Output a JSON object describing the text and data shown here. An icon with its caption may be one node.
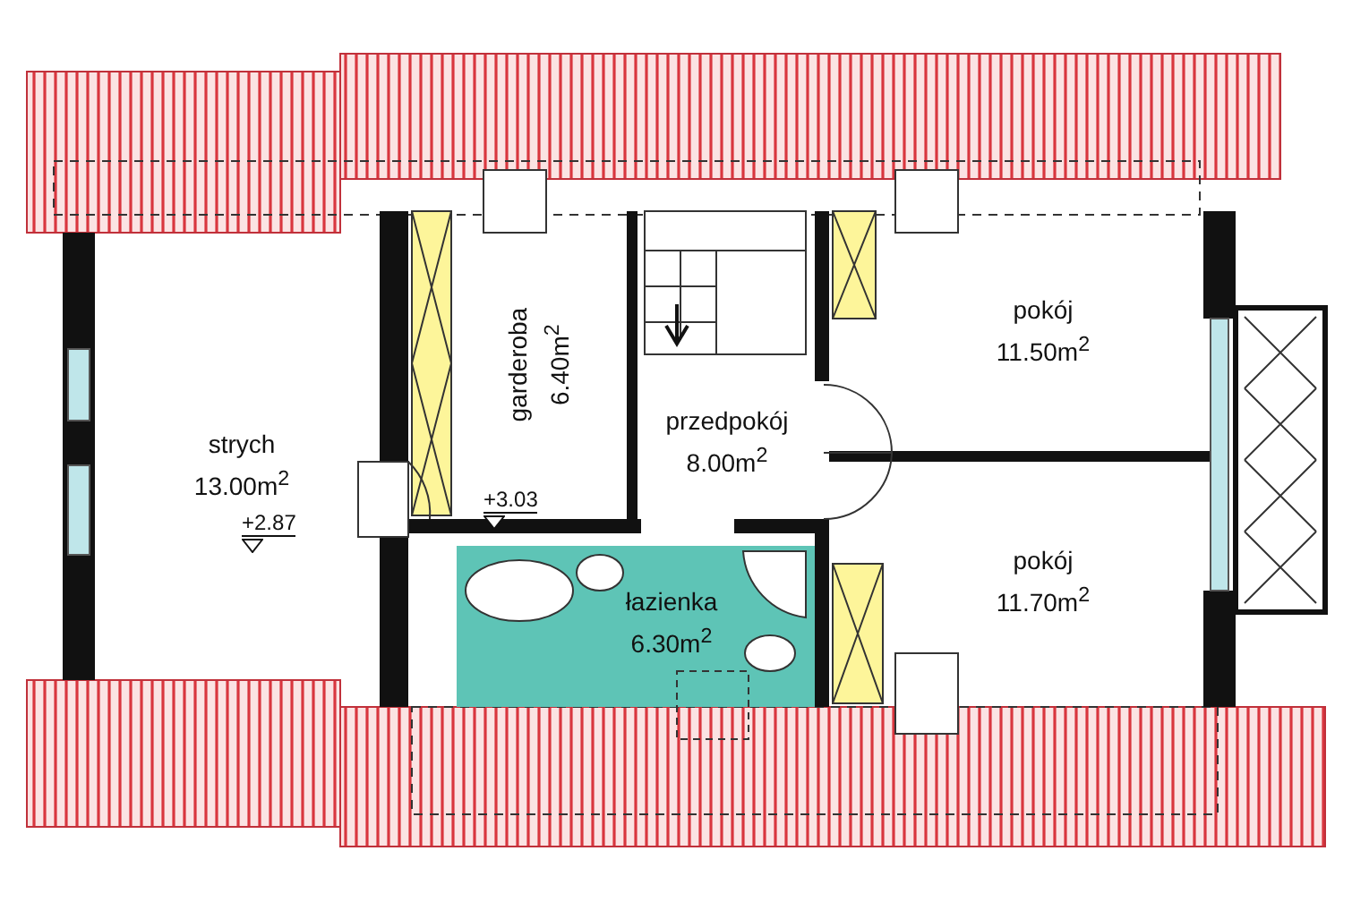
{
  "diagram": {
    "nodes": [
      {
        "text": [
          "strych",
          "13.00m$^{2}$"
        ]
      },
      {
        "text": [
          "garderoba",
          "6.40m$^{2}$"
        ]
      },
      {
        "text": [
          "przedpokój",
          "8.00m$^{2}$"
        ]
      },
      {
        "text": [
          "pokój",
          "11.50m$^{2}$"
        ]
      },
      {
        "text": [
          "pokój",
          "11.70m$^{2}$"
        ]
      },
      {
        "text": [
          "łazienka",
          "6.30m$^{2}$"
        ]
      }
    ],
    "labels": [
      "+3.03",
      "+2.87"
    ]
  }
}
